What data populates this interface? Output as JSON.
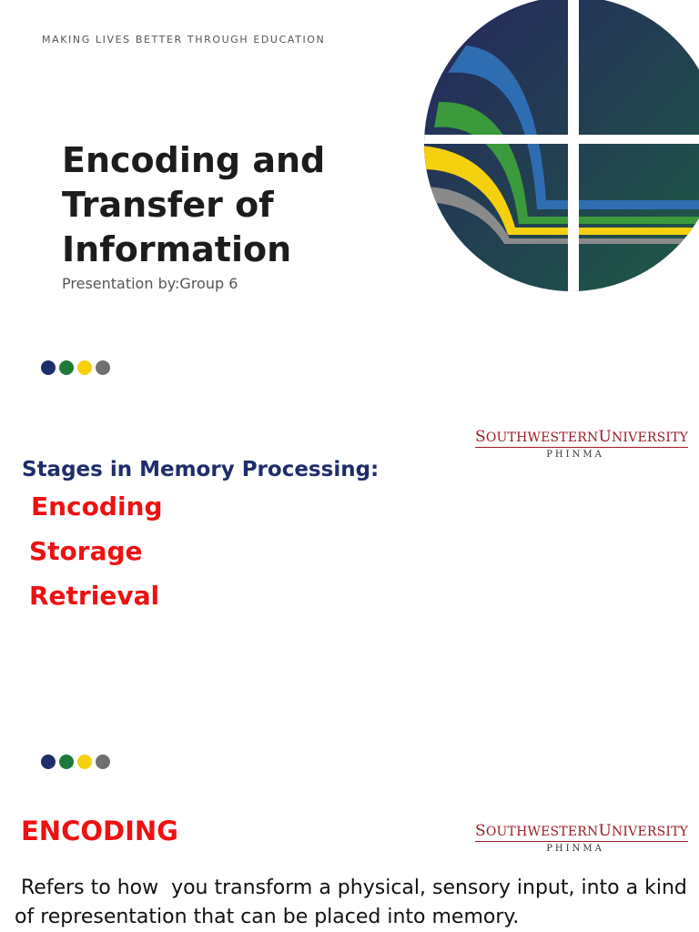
{
  "slide1": {
    "tagline": "MAKING LIVES BETTER THROUGH EDUCATION",
    "title_lines": [
      "Encoding and",
      "Transfer of",
      "Information"
    ],
    "subtitle": "Presentation by:Group 6",
    "dot_colors": [
      "#1f2d6b",
      "#1e7a3a",
      "#f5d00f",
      "#707070"
    ]
  },
  "logo": {
    "name_part1": "S",
    "name_part2": "OUTHWESTERN",
    "name_part3": "U",
    "name_part4": "NIVERSITY",
    "sub": "PHINMA",
    "color": "#9b1c24"
  },
  "slide2": {
    "heading": "Stages in Memory Processing:",
    "stages": [
      "Encoding",
      "Storage",
      "Retrieval"
    ],
    "dot_colors": [
      "#1f2d6b",
      "#1e7a3a",
      "#f5d00f",
      "#707070"
    ]
  },
  "slide3": {
    "heading": "ENCODING",
    "body": " Refers to how  you transform a physical, sensory input, into a kind of representation that can be placed into memory."
  }
}
